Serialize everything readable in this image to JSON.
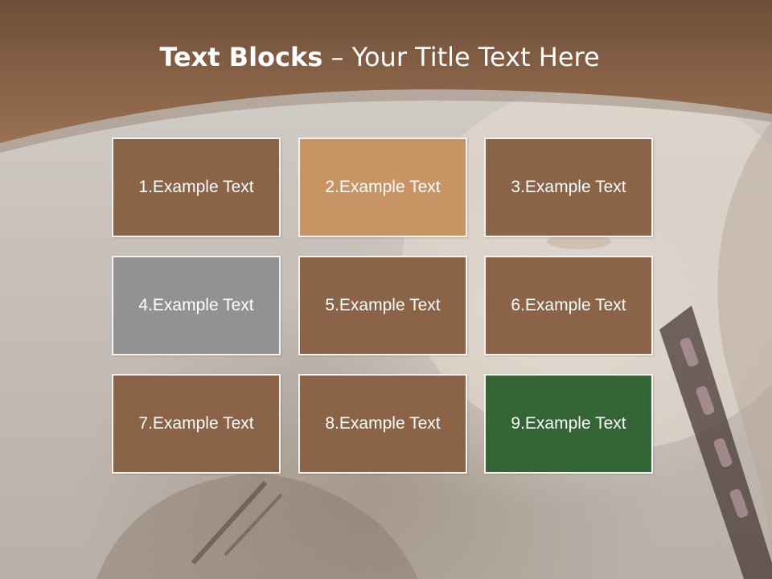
{
  "title": {
    "bold": "Text Blocks",
    "dash": " – ",
    "rest": "Your Title Text Here"
  },
  "colors": {
    "header": "#8a6246",
    "block_default": "#8b6448",
    "block_highlight": "#c99463",
    "block_gray": "#929292",
    "block_green": "#336634",
    "block_border": "#f2f2f2"
  },
  "blocks": [
    {
      "label": "1.Example Text",
      "color": "#8b6448"
    },
    {
      "label": "2.Example Text",
      "color": "#c99463"
    },
    {
      "label": "3.Example Text",
      "color": "#8b6448"
    },
    {
      "label": "4.Example Text",
      "color": "#929292"
    },
    {
      "label": "5.Example Text",
      "color": "#8b6448"
    },
    {
      "label": "6.Example Text",
      "color": "#8b6448"
    },
    {
      "label": "7.Example Text",
      "color": "#8b6448"
    },
    {
      "label": "8.Example Text",
      "color": "#8b6448"
    },
    {
      "label": "9.Example Text",
      "color": "#336634"
    }
  ]
}
